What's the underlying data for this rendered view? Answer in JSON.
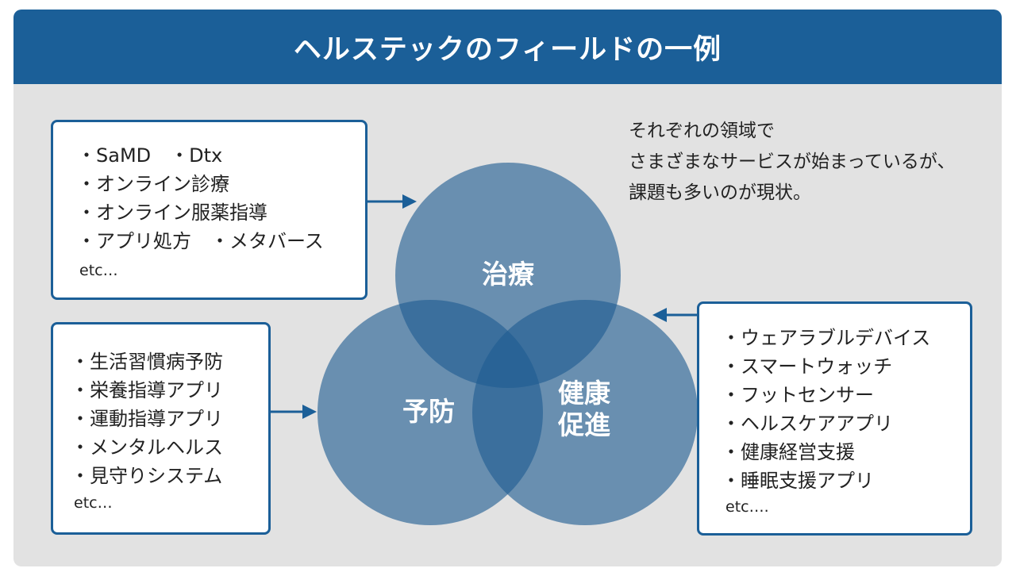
{
  "title": "ヘルステックのフィールドの一例",
  "note": {
    "lines": [
      "それぞれの領域で",
      "さまざまなサービスが始まっているが、",
      "課題も多いのが現状。"
    ]
  },
  "circles": {
    "treatment": "治療",
    "prevention": "予防",
    "health_1": "健康",
    "health_2": "促進"
  },
  "treatment_box": {
    "items": [
      "・SaMD　・Dtx",
      "・オンライン診療",
      "・オンライン服薬指導",
      "・アプリ処方　・メタバース"
    ],
    "etc": "etc…"
  },
  "prevention_box": {
    "items": [
      "・生活習慣病予防",
      "・栄養指導アプリ",
      "・運動指導アプリ",
      "・メンタルヘルス",
      "・見守りシステム"
    ],
    "etc": "etc…"
  },
  "health_box": {
    "items": [
      "・ウェアラブルデバイス",
      "・スマートウォッチ",
      "・フットセンサー",
      "・ヘルスケアアプリ",
      "・健康経営支援",
      "・睡眠支援アプリ"
    ],
    "etc": "etc…."
  },
  "colors": {
    "header": "#1b5f98",
    "circle": "#5d92be",
    "panel": "#e2e2e2"
  }
}
